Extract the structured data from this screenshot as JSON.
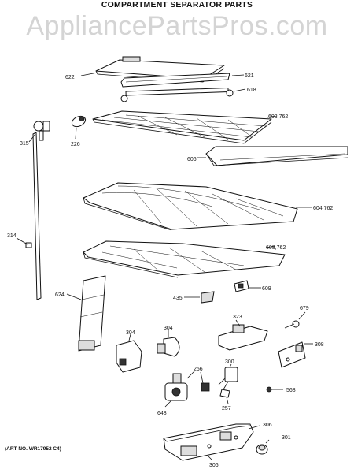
{
  "title": "COMPARTMENT SEPARATOR PARTS",
  "watermark": "AppliancePartsPros.com",
  "art_number": "(ART NO. WR17952 C4)",
  "callouts": [
    "622",
    "621",
    "618",
    "603,762",
    "315",
    "226",
    "606",
    "604,762",
    "314",
    "608,762",
    "624",
    "609",
    "435",
    "679",
    "323",
    "304",
    "304",
    "308",
    "256",
    "300",
    "568",
    "648",
    "257",
    "306",
    "301",
    "306"
  ]
}
